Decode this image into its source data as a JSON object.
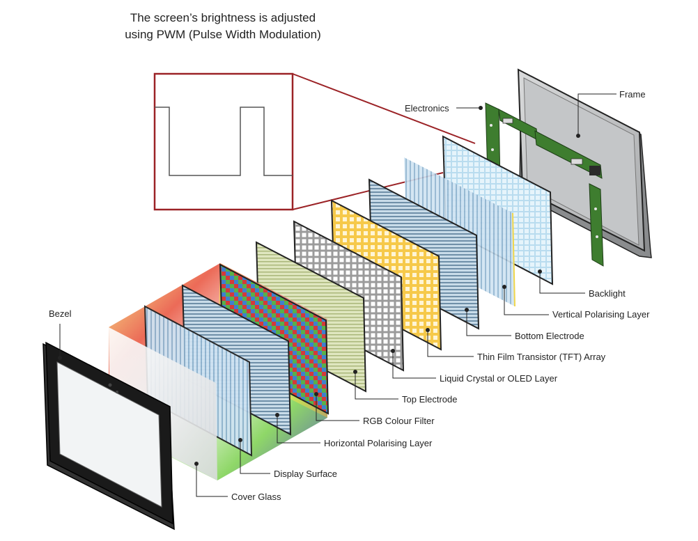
{
  "caption": {
    "line1": "The screen’s brightness is adjusted",
    "line2": "using PWM (Pulse Width Modulation)"
  },
  "colors": {
    "accent_red": "#9b2226",
    "frame_gray": "#bfc1c3",
    "pcb_green": "#3e7d2f",
    "bezel_black": "#1a1a1a"
  },
  "labels": {
    "electronics": "Electronics",
    "frame": "Frame",
    "backlight": "Backlight",
    "vertical_polarising": "Vertical Polarising Layer",
    "bottom_electrode": "Bottom Electrode",
    "tft_array": "Thin Film Transistor (TFT) Array",
    "liquid_crystal": "Liquid Crystal or OLED Layer",
    "top_electrode": "Top Electrode",
    "rgb_filter": "RGB Colour Filter",
    "horizontal_polarising": "Horizontal Polarising Layer",
    "display_surface": "Display Surface",
    "cover_glass": "Cover Glass",
    "bezel": "Bezel"
  }
}
